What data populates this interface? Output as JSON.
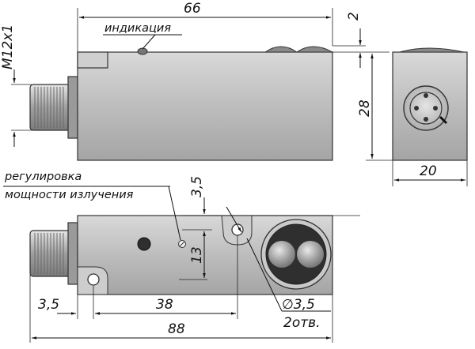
{
  "dimensions": {
    "top_length": "66",
    "top_gap": "2",
    "thread": "M12x1",
    "side_height": "28",
    "side_width": "20",
    "offset_3_5_vertical": "3,5",
    "center_13": "13",
    "left_3_5": "3,5",
    "mid_38": "38",
    "total_88": "88",
    "hole_diameter": "∅3,5",
    "hole_count": "2отв."
  },
  "labels": {
    "indication": "индикация",
    "adjust_line1": "регулировка",
    "adjust_line2": "мощности излучения"
  },
  "colors": {
    "body": "#b8b8b8",
    "connector": "#a9a9a9",
    "lens": "#8f8f8f",
    "hole_dark": "#2f2f2f"
  }
}
